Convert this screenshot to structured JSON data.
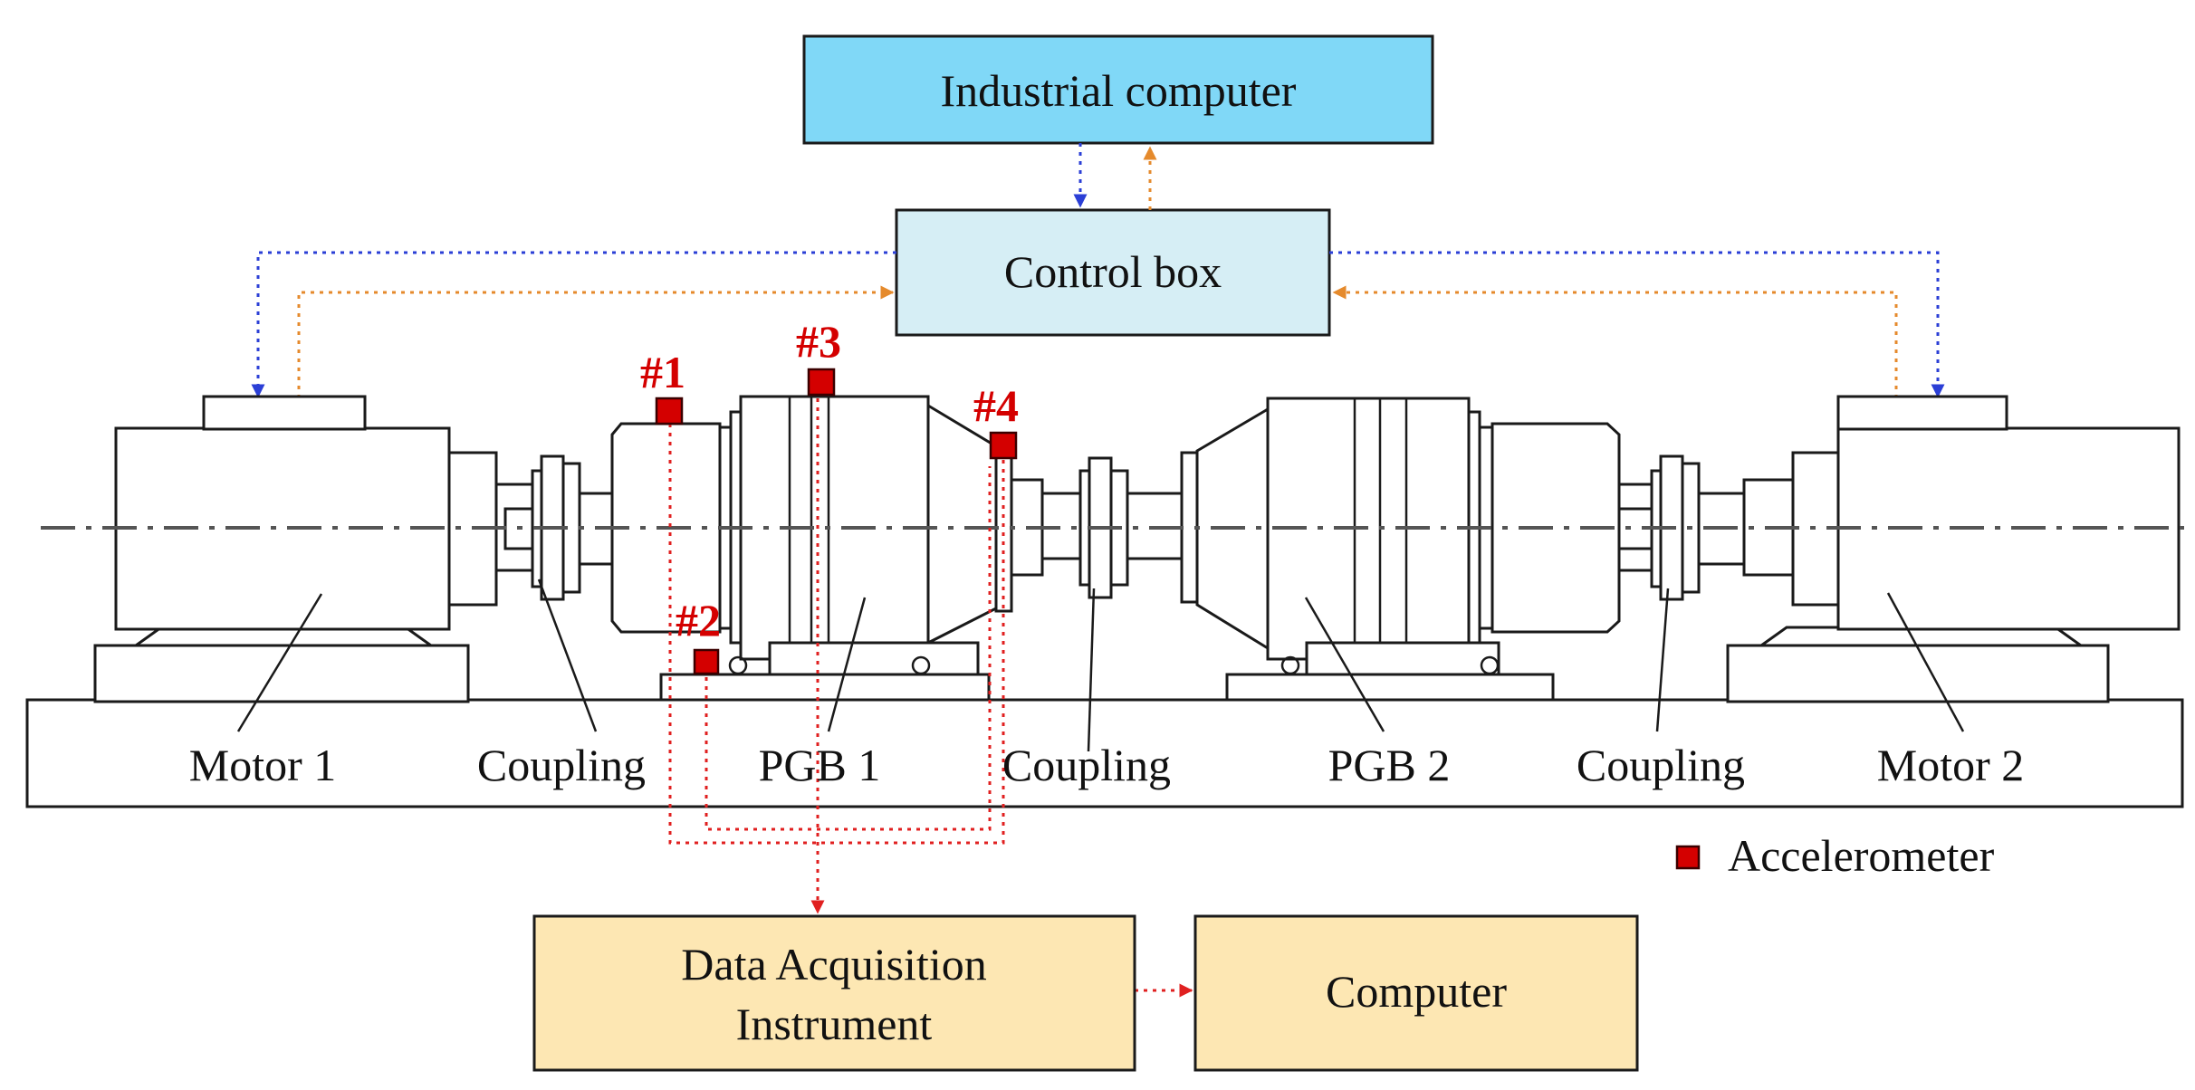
{
  "boxes": {
    "industrial_computer": "Industrial computer",
    "control_box": "Control box",
    "daq_line1": "Data Acquisition",
    "daq_line2": "Instrument",
    "computer": "Computer"
  },
  "components": {
    "motor1": "Motor 1",
    "coupling1": "Coupling",
    "pgb1": "PGB 1",
    "coupling2": "Coupling",
    "pgb2": "PGB 2",
    "coupling3": "Coupling",
    "motor2": "Motor 2"
  },
  "sensors": [
    "#1",
    "#2",
    "#3",
    "#4"
  ],
  "legend": {
    "accelerometer": "Accelerometer"
  },
  "colors": {
    "industrial_computer_fill": "#80d8f7",
    "control_box_fill": "#d6eef5",
    "daq_fill": "#fde7b3",
    "control_signal_line": "#2b3fd6",
    "feedback_signal_line": "#e58a2c",
    "sensor_signal_line": "#e02020",
    "accelerometer_marker": "#d40000"
  }
}
